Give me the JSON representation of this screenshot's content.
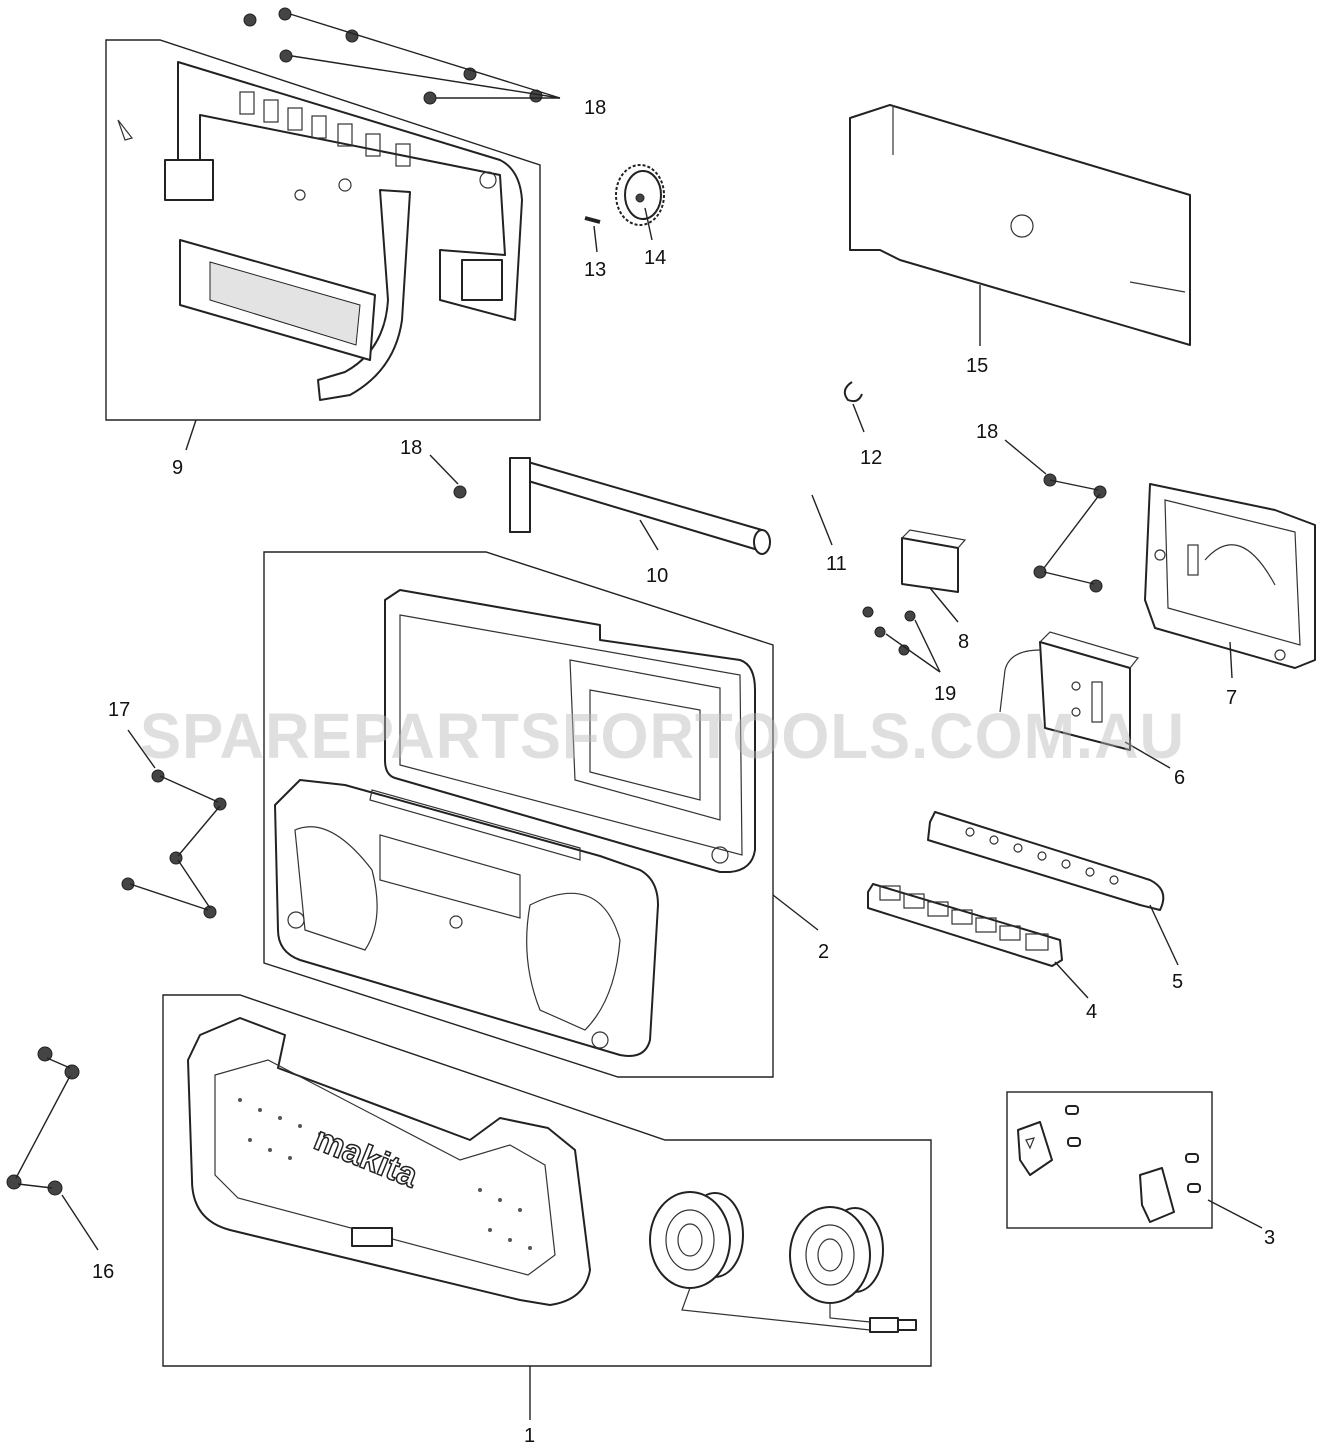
{
  "watermark": "SPAREPARTSFORTOOLS.COM.AU",
  "brand_mark": "makita",
  "callouts": {
    "p1": "1",
    "p2": "2",
    "p3": "3",
    "p4": "4",
    "p5": "5",
    "p6": "6",
    "p7": "7",
    "p8": "8",
    "p9": "9",
    "p10": "10",
    "p11": "11",
    "p12": "12",
    "p13": "13",
    "p14": "14",
    "p15": "15",
    "p16": "16",
    "p17": "17",
    "p18a": "18",
    "p18b": "18",
    "p18c": "18",
    "p19": "19"
  }
}
